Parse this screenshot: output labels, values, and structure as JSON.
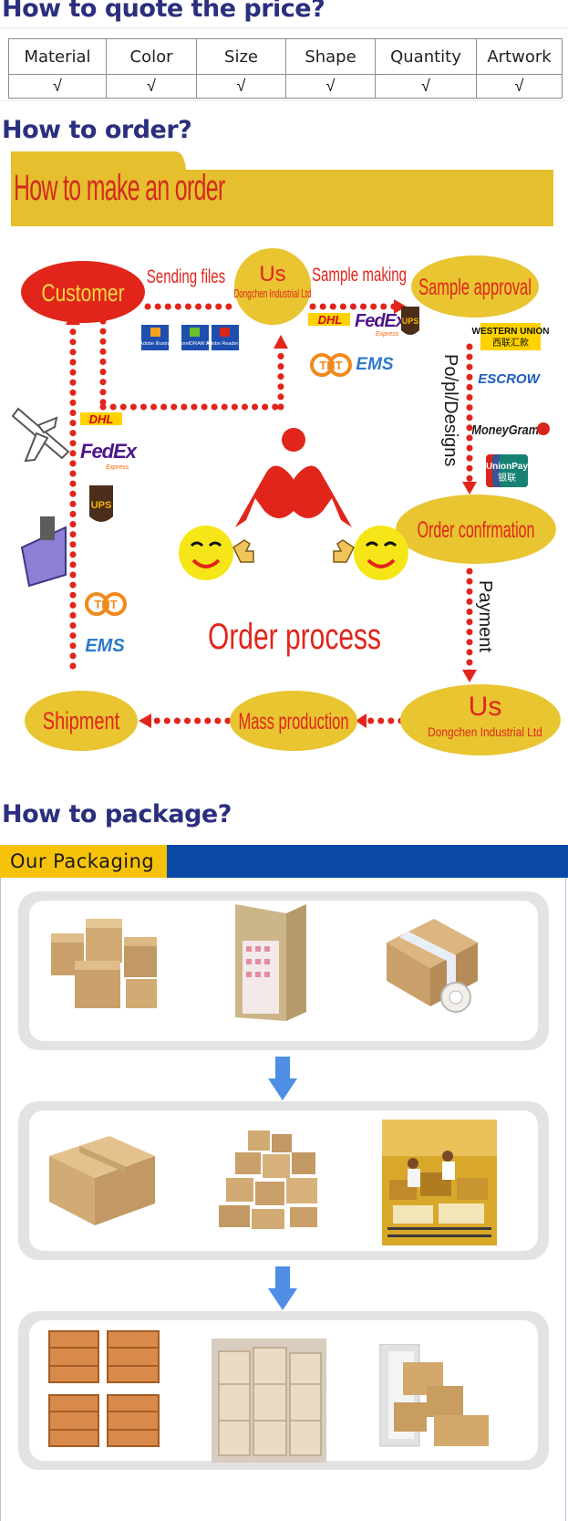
{
  "quote": {
    "heading": "How to quote the price?",
    "columns": [
      "Material",
      "Color",
      "Size",
      "Shape",
      "Quantity",
      "Artwork"
    ],
    "checks": [
      "√",
      "√",
      "√",
      "√",
      "√",
      "√"
    ]
  },
  "order": {
    "heading": "How to order?",
    "banner": "How to make an order",
    "nodes": {
      "customer": "Customer",
      "us_small": "Us",
      "us_small_sub": "Dongchen Industrial Ltd",
      "sample_approval": "Sample approval",
      "order_confirmation": "Order confrmation",
      "us_large": "Us",
      "us_large_sub": "Dongchen Industrial Ltd",
      "mass_production": "Mass production",
      "shipment": "Shipment"
    },
    "edges": {
      "sending_files": "Sending files",
      "sample_making": "Sample making",
      "po_designs": "Po/pl/Designs",
      "payment": "Payment"
    },
    "center_label": "Order process",
    "software": [
      "Adobe Illustra",
      "CorelDRAW X4",
      "Adobe Reader XI"
    ],
    "couriers": [
      "DHL",
      "FedEx",
      "Express",
      "UPS",
      "TNT",
      "EMS"
    ],
    "payments": [
      "WESTERN UNION",
      "西联汇款",
      "ESCROW",
      "MoneyGram.",
      "UnionPay",
      "银联"
    ],
    "colors": {
      "red": "#e1251b",
      "yellow": "#e8c531",
      "navy": "#2b2f7e"
    }
  },
  "package": {
    "heading": "How to package?",
    "tab": "Our Packaging",
    "colors": {
      "tab": "#f7c30a",
      "bar": "#0a4aa6",
      "arrow": "#4f8ee6"
    }
  }
}
